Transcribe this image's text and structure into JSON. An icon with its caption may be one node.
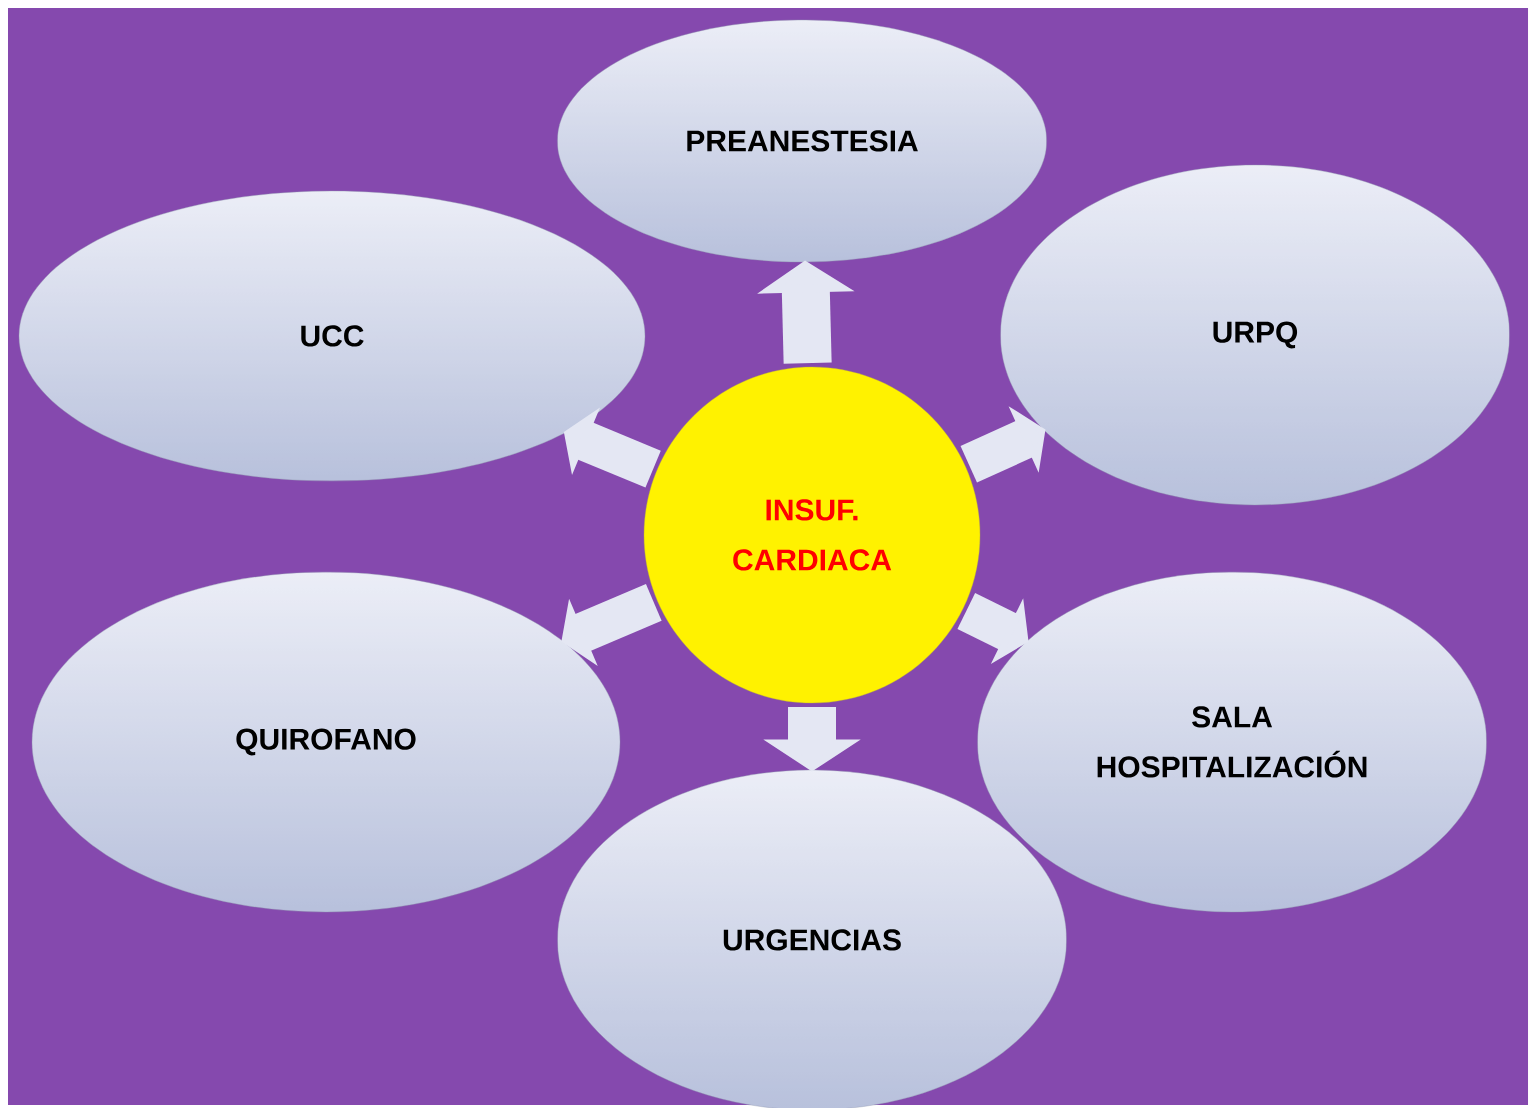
{
  "diagram": {
    "nodes": [
      {
        "text": [
          "INSUF. CARDIACA"
        ]
      },
      {
        "text": [
          "PREANESTESIA"
        ]
      },
      {
        "text": [
          "UCC"
        ]
      },
      {
        "text": [
          "URPQ"
        ]
      },
      {
        "text": [
          "QUIROFANO"
        ]
      },
      {
        "text": [
          "SALA HOSPITALIZACIÓN"
        ]
      },
      {
        "text": [
          "URGENCIAS"
        ]
      }
    ],
    "edges": [
      {
        "from": 0,
        "to": 1,
        "arrow": "to"
      },
      {
        "from": 0,
        "to": 2,
        "arrow": "to"
      },
      {
        "from": 0,
        "to": 3,
        "arrow": "to"
      },
      {
        "from": 0,
        "to": 4,
        "arrow": "to"
      },
      {
        "from": 0,
        "to": 5,
        "arrow": "to"
      },
      {
        "from": 0,
        "to": 6,
        "arrow": "to"
      }
    ]
  }
}
